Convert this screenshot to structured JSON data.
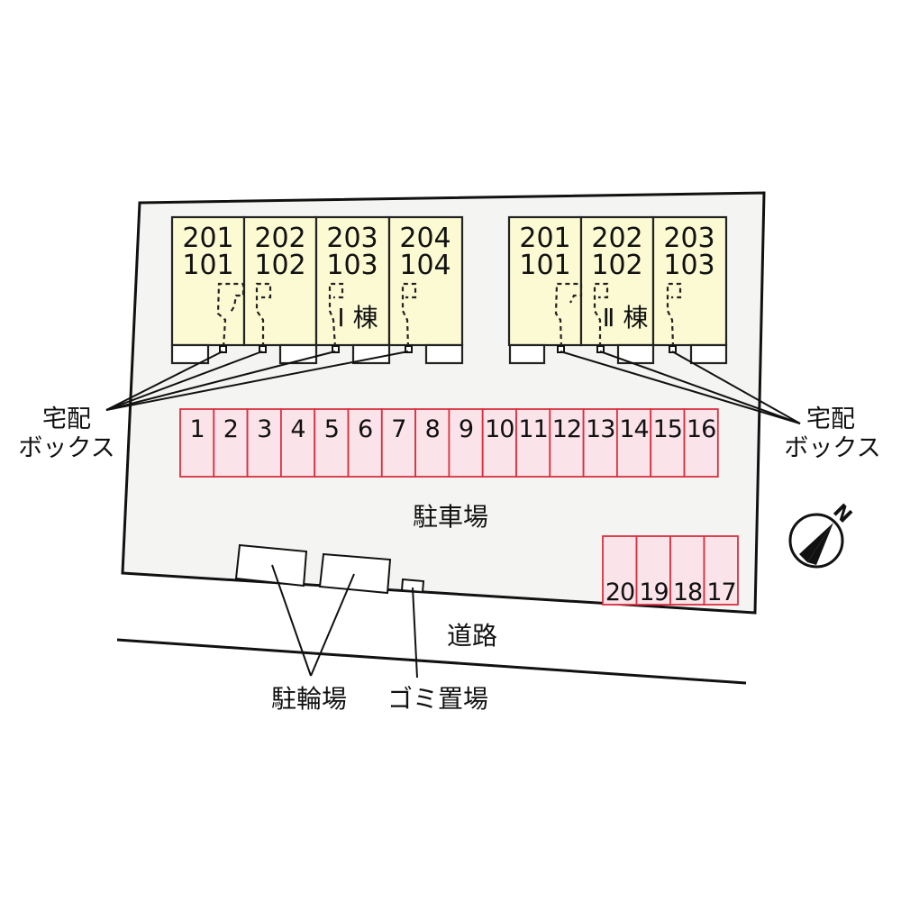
{
  "colors": {
    "unit_fill": "#fbfad2",
    "parking_fill": "#fbe3ea",
    "parking_stroke": "#d9303f",
    "lot_fill": "#f4f4f2",
    "line": "#111111"
  },
  "building_1": {
    "label": "Ⅰ 棟",
    "units": [
      {
        "upper": "201",
        "lower": "101"
      },
      {
        "upper": "202",
        "lower": "102"
      },
      {
        "upper": "203",
        "lower": "103"
      },
      {
        "upper": "204",
        "lower": "104"
      }
    ]
  },
  "building_2": {
    "label": "Ⅱ 棟",
    "units": [
      {
        "upper": "201",
        "lower": "101"
      },
      {
        "upper": "202",
        "lower": "102"
      },
      {
        "upper": "203",
        "lower": "103"
      }
    ]
  },
  "delivery_box_left": {
    "line1": "宅配",
    "line2": "ボックス"
  },
  "delivery_box_right": {
    "line1": "宅配",
    "line2": "ボックス"
  },
  "parking": {
    "label": "駐車場",
    "row_top": [
      "1",
      "2",
      "3",
      "4",
      "5",
      "6",
      "7",
      "8",
      "9",
      "10",
      "11",
      "12",
      "13",
      "14",
      "15",
      "16"
    ],
    "row_bottom": [
      "20",
      "19",
      "18",
      "17"
    ]
  },
  "road": {
    "label": "道路"
  },
  "bicycle_parking": {
    "label": "駐輪場"
  },
  "garbage": {
    "label": "ゴミ置場"
  },
  "compass": {
    "label": "N"
  }
}
